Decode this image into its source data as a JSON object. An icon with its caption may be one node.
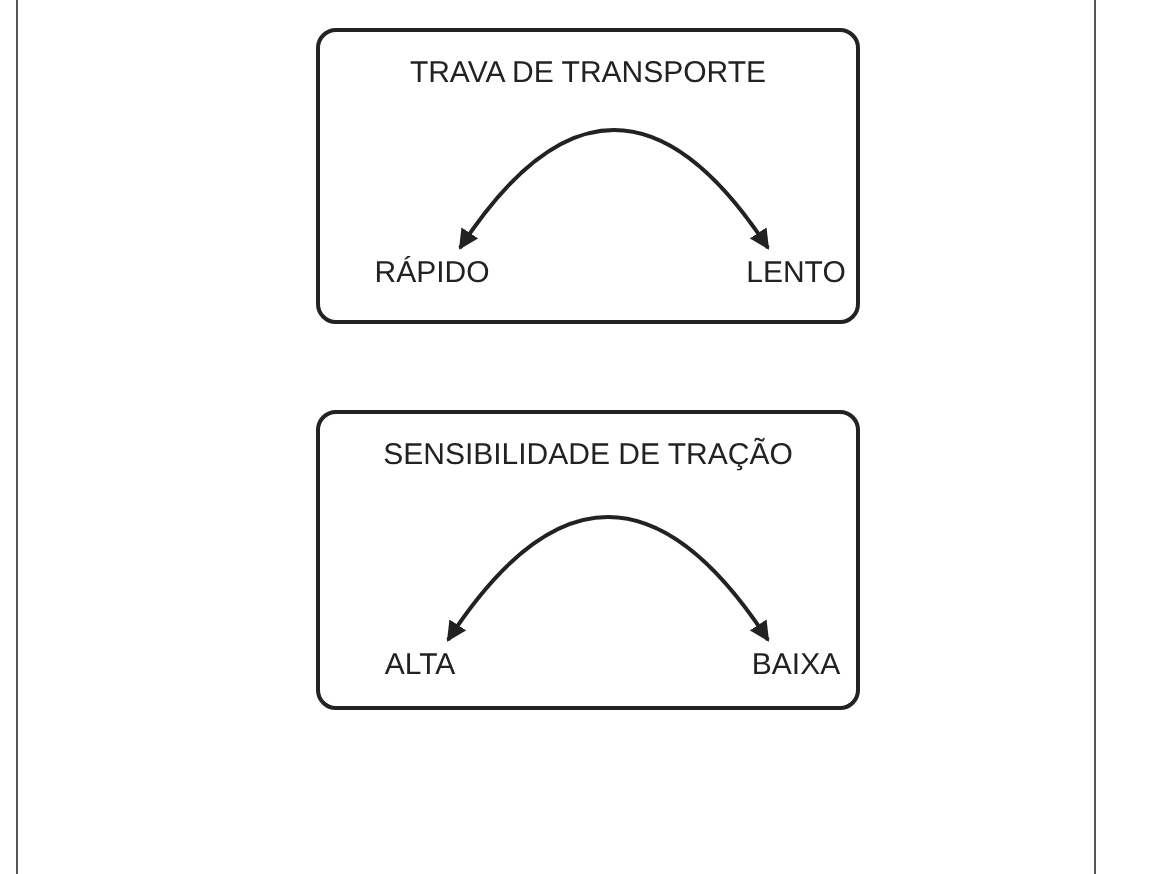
{
  "diagram": {
    "nodes": [
      {
        "text": [
          "TRAVA DE TRANSPORTE"
        ]
      },
      {
        "text": [
          "RÁPIDO"
        ],
        "in": 0
      },
      {
        "text": [
          "LENTO"
        ],
        "in": 0
      },
      {
        "text": [
          "SENSIBILIDADE DE TRAÇÃO"
        ]
      },
      {
        "text": [
          "ALTA"
        ],
        "in": 3
      },
      {
        "text": [
          "BAIXA"
        ],
        "in": 3
      }
    ],
    "edges": [
      {
        "from": 1,
        "to": 2,
        "arrow": "both"
      },
      {
        "from": 4,
        "to": 5,
        "arrow": "both"
      }
    ]
  }
}
